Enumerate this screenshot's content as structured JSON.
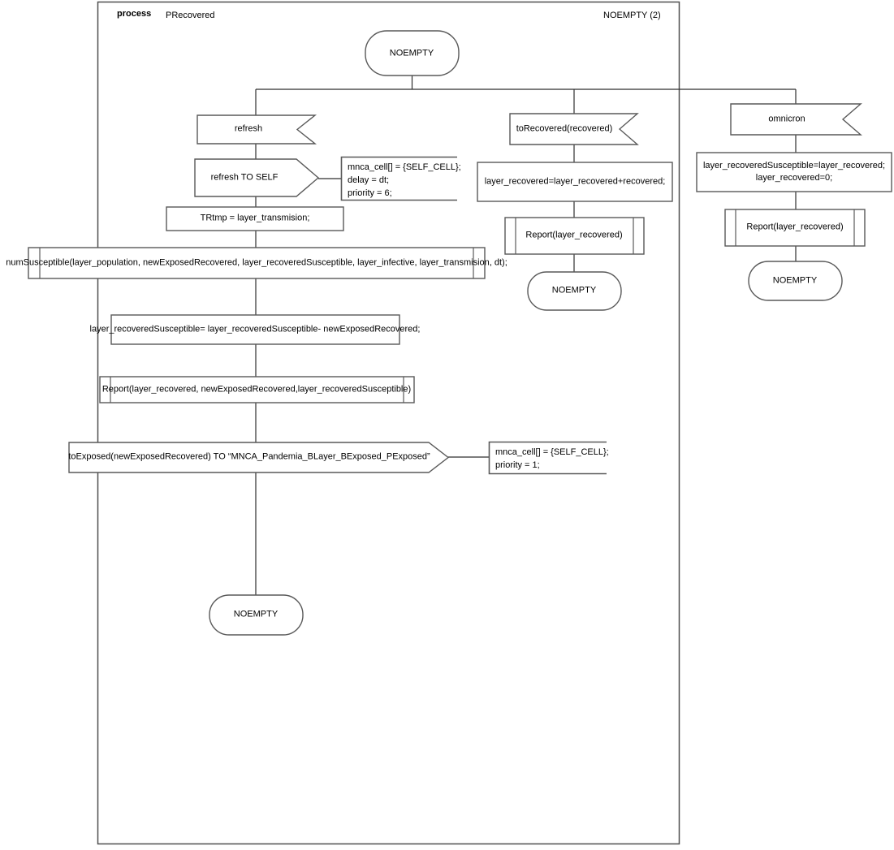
{
  "header": {
    "kind_label": "process",
    "process_name": "PRecovered",
    "corner_label": "NOEMPTY (2)"
  },
  "states": {
    "start": "NOEMPTY",
    "end_refresh": "NOEMPTY",
    "end_torecovered": "NOEMPTY",
    "end_omnicron": "NOEMPTY"
  },
  "branches": {
    "refresh": {
      "input_signal": "refresh",
      "send_self": "refresh TO SELF",
      "send_self_comment": "mnca_cell[] = {SELF_CELL};\ndelay = dt;\npriority = 6;",
      "task_trtmp": "TRtmp = layer_transmision;",
      "call_numsusceptible": "numSusceptible(layer_population, newExposedRecovered, layer_recoveredSusceptible, layer_infective, layer_transmision, dt);",
      "task_update": "layer_recoveredSusceptible= layer_recoveredSusceptible- newExposedRecovered;",
      "call_report": "Report(layer_recovered, newExposedRecovered,layer_recoveredSusceptible)",
      "send_toexposed": "toExposed(newExposedRecovered) TO “MNCA_Pandemia_BLayer_BExposed_PExposed”",
      "send_toexposed_comment": "mnca_cell[] = {SELF_CELL};\npriority = 1;"
    },
    "torecovered": {
      "input_signal": "toRecovered(recovered)",
      "task": "layer_recovered=layer_recovered+recovered;",
      "call_report": "Report(layer_recovered)"
    },
    "omnicron": {
      "input_signal": "omnicron",
      "task": "layer_recoveredSusceptible=layer_recovered;\nlayer_recovered=0;",
      "call_report": "Report(layer_recovered)"
    }
  },
  "colors": {
    "shape_stroke": "#595959",
    "connector": "#2e2e2e",
    "frame": "#4f4f4f",
    "text": "#000000",
    "background": "#ffffff"
  }
}
